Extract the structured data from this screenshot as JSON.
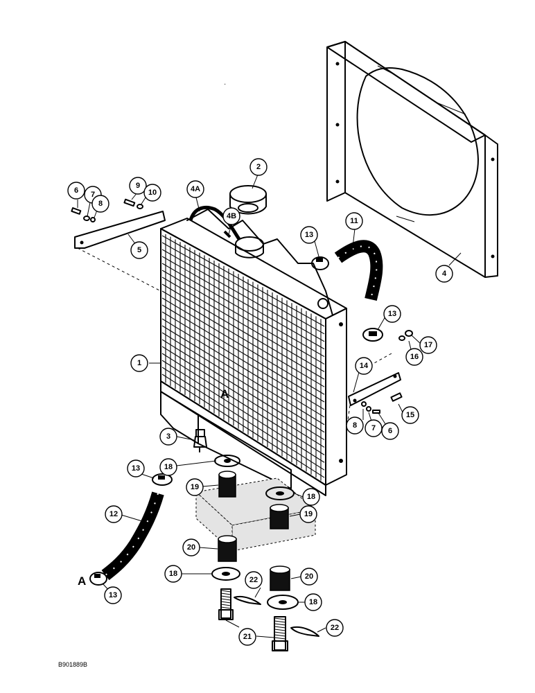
{
  "diagram": {
    "drawing_code": "B901889B",
    "view_marker": "A",
    "callouts": [
      {
        "id": "c1",
        "label": "1"
      },
      {
        "id": "c2",
        "label": "2"
      },
      {
        "id": "c3",
        "label": "3"
      },
      {
        "id": "c4",
        "label": "4"
      },
      {
        "id": "c4a",
        "label": "4A"
      },
      {
        "id": "c4b",
        "label": "4B"
      },
      {
        "id": "c5",
        "label": "5"
      },
      {
        "id": "c6a",
        "label": "6"
      },
      {
        "id": "c6b",
        "label": "6"
      },
      {
        "id": "c7a",
        "label": "7"
      },
      {
        "id": "c7b",
        "label": "7"
      },
      {
        "id": "c8a",
        "label": "8"
      },
      {
        "id": "c8b",
        "label": "8"
      },
      {
        "id": "c9",
        "label": "9"
      },
      {
        "id": "c10",
        "label": "10"
      },
      {
        "id": "c11",
        "label": "11"
      },
      {
        "id": "c12",
        "label": "12"
      },
      {
        "id": "c13a",
        "label": "13"
      },
      {
        "id": "c13b",
        "label": "13"
      },
      {
        "id": "c13c",
        "label": "13"
      },
      {
        "id": "c13d",
        "label": "13"
      },
      {
        "id": "c14",
        "label": "14"
      },
      {
        "id": "c15",
        "label": "15"
      },
      {
        "id": "c16",
        "label": "16"
      },
      {
        "id": "c17",
        "label": "17"
      },
      {
        "id": "c18a",
        "label": "18"
      },
      {
        "id": "c18b",
        "label": "18"
      },
      {
        "id": "c18c",
        "label": "18"
      },
      {
        "id": "c18d",
        "label": "18"
      },
      {
        "id": "c19a",
        "label": "19"
      },
      {
        "id": "c19b",
        "label": "19"
      },
      {
        "id": "c20a",
        "label": "20"
      },
      {
        "id": "c20b",
        "label": "20"
      },
      {
        "id": "c21",
        "label": "21"
      },
      {
        "id": "c22a",
        "label": "22"
      },
      {
        "id": "c22b",
        "label": "22"
      }
    ]
  }
}
